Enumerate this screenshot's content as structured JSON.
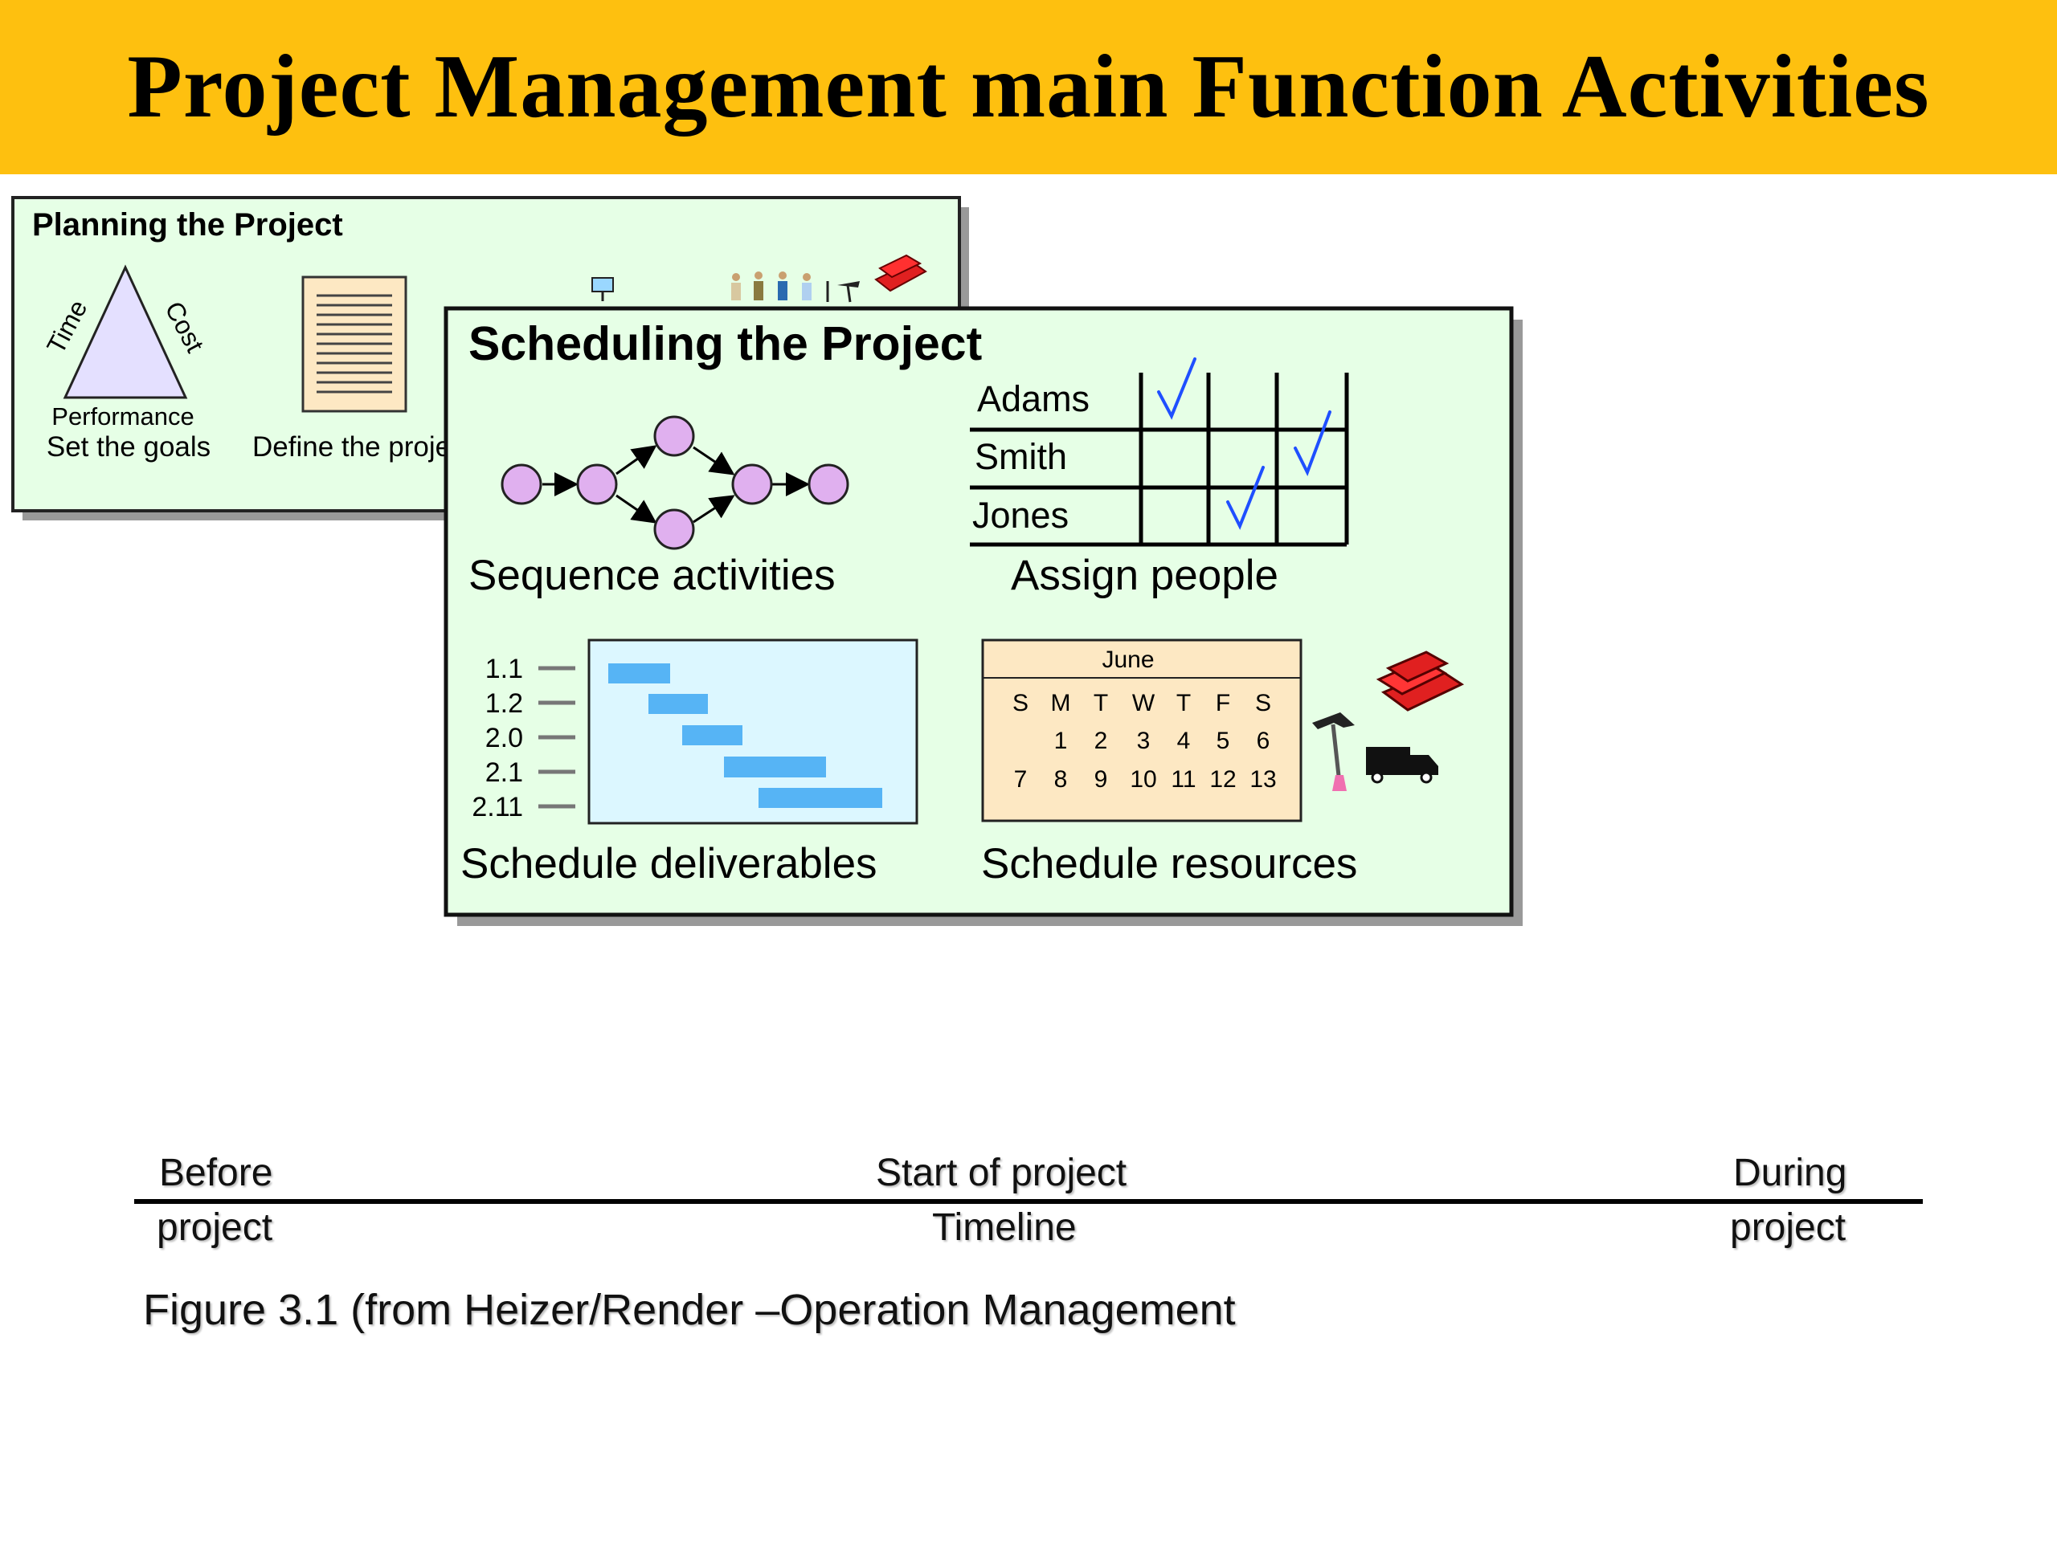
{
  "header": {
    "title": "Project Management main Function Activities"
  },
  "planning": {
    "title": "Planning the Project",
    "triangle": {
      "side_left": "Time",
      "side_right": "Cost",
      "bottom": "Performance"
    },
    "goals_label": "Set the goals",
    "define_label": "Define the proje"
  },
  "scheduling": {
    "title": "Scheduling the Project",
    "sequence_label": "Sequence activities",
    "assign": {
      "label": "Assign people",
      "people": [
        "Adams",
        "Smith",
        "Jones"
      ]
    },
    "deliverables": {
      "label": "Schedule deliverables",
      "items": [
        "1.1",
        "1.2",
        "2.0",
        "2.1",
        "2.11"
      ],
      "bar_color": "#56b4f5"
    },
    "resources": {
      "label": "Schedule resources",
      "calendar": {
        "month": "June",
        "days": [
          "S",
          "M",
          "T",
          "W",
          "T",
          "F",
          "S"
        ],
        "week1": [
          "",
          "1",
          "2",
          "3",
          "4",
          "5",
          "6"
        ],
        "week2": [
          "7",
          "8",
          "9",
          "10",
          "11",
          "12",
          "13"
        ]
      },
      "icons": [
        "bricks-icon",
        "hammer-icon",
        "truck-icon"
      ]
    }
  },
  "timeline": {
    "before_1": "Before",
    "before_2": "project",
    "start": "Start of project",
    "label": "Timeline",
    "during_1": "During",
    "during_2": "project"
  },
  "caption": "Figure 3.1 (from Heizer/Render –Operation Management",
  "colors": {
    "banner": "#fec00f",
    "panel": "#e6ffe6",
    "node": "#e0b0ef",
    "check": "#1f4fff"
  }
}
